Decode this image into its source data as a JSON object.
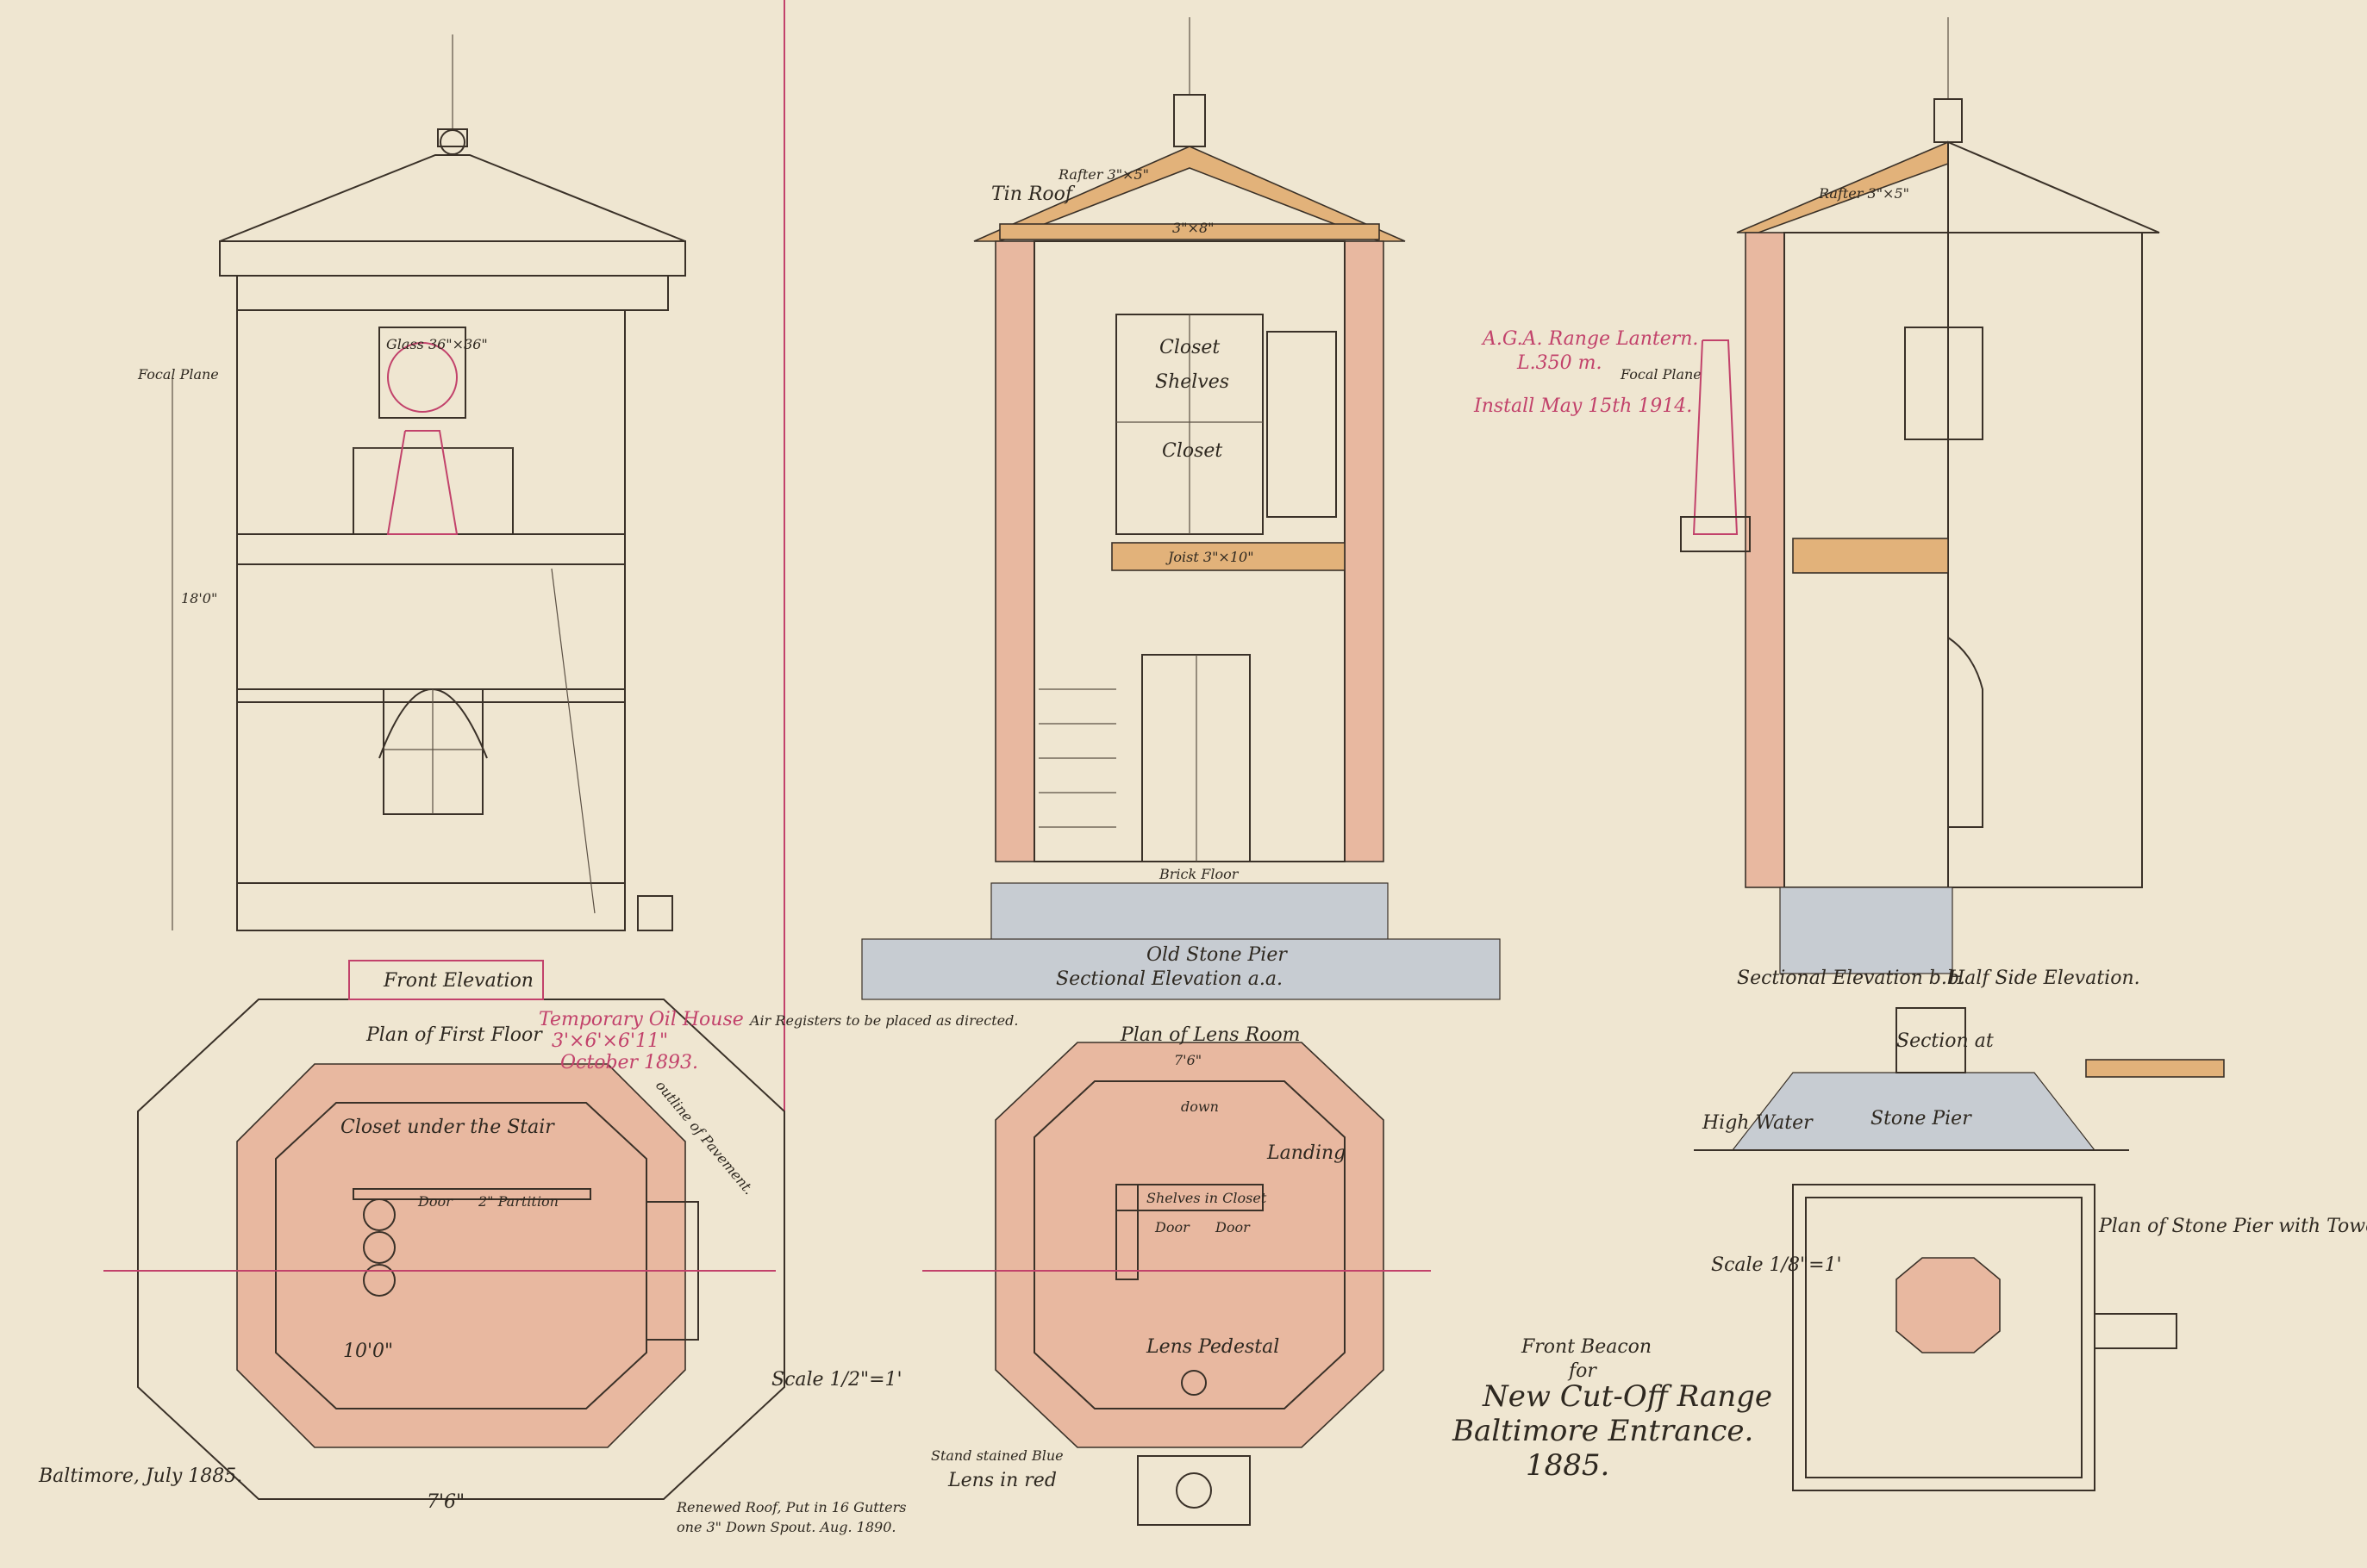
{
  "views": {
    "front_elevation_top": {
      "focal_plane": "Focal Plane",
      "glass": "Glass 36\"×36\"",
      "dim_height": "18'0\""
    },
    "section_aa": {
      "tin_roof": "Tin Roof",
      "rafter": "Rafter 3\"×5\"",
      "beam": "3\"×8\"",
      "closet": "Closet",
      "shelves": "Shelves",
      "closet_lower": "Closet",
      "joist": "Joist 3\"×10\"",
      "brick_floor": "Brick Floor",
      "stone_pier": "Old Stone Pier",
      "title": "Sectional Elevation a.a."
    },
    "section_bb": {
      "lantern_title": "A.G.A. Range Lantern.",
      "lantern_sub": "L.350 m.",
      "install_note": "Install May 15th 1914.",
      "focal_plane": "Focal Plane",
      "rafter": "Rafter 3\"×5\"",
      "title": "Sectional Elevation b.b.",
      "half_side": "Half Side Elevation."
    },
    "plan_first_floor": {
      "front_elevation": "Front Elevation",
      "title": "Plan of First Floor",
      "closet": "Closet under the Stair",
      "partition": "2\" Partition",
      "door": "Door",
      "temp_note": "Temporary Oil House",
      "temp_dims": "3'×6'×6'11\"",
      "temp_date": "October 1893.",
      "air_registers": "Air Registers to be placed as directed.",
      "outline": "outline of Pavement.",
      "dim": "10'0\"",
      "dim_bottom": "7'6\""
    },
    "plan_lens_room": {
      "title": "Plan of Lens Room",
      "down": "down",
      "landing": "Landing",
      "shelves": "Shelves in Closet",
      "door1": "Door",
      "door2": "Door",
      "lens_pedestal": "Lens Pedestal",
      "stand_note": "Stand stained Blue",
      "lens_note": "Lens in red",
      "dim_top": "7'6\""
    },
    "section_pier": {
      "section": "Section at",
      "high_water": "High Water",
      "stone_pier": "Stone Pier",
      "plan_label": "Plan of Stone Pier with Tower.",
      "scale": "Scale 1/8\"=1'"
    },
    "notes": {
      "scale": "Scale 1/2\"=1'",
      "baltimore": "Baltimore, July 1885.",
      "renewal": "Renewed Roof, Put in 16 Gutters",
      "renewal2": "one 3\" Down Spout. Aug. 1890."
    }
  },
  "title_block": {
    "line1": "Front Beacon",
    "line2": "for",
    "line3": "New Cut-Off Range",
    "line4": "Baltimore Entrance.",
    "year": "1885."
  },
  "colors": {
    "paper": "#efe6d1",
    "ink": "#3a3128",
    "brick": "#e8b8a0",
    "wood": "#e2b27a",
    "stone": "#c7ccd2",
    "red_ink": "#c2426b"
  }
}
